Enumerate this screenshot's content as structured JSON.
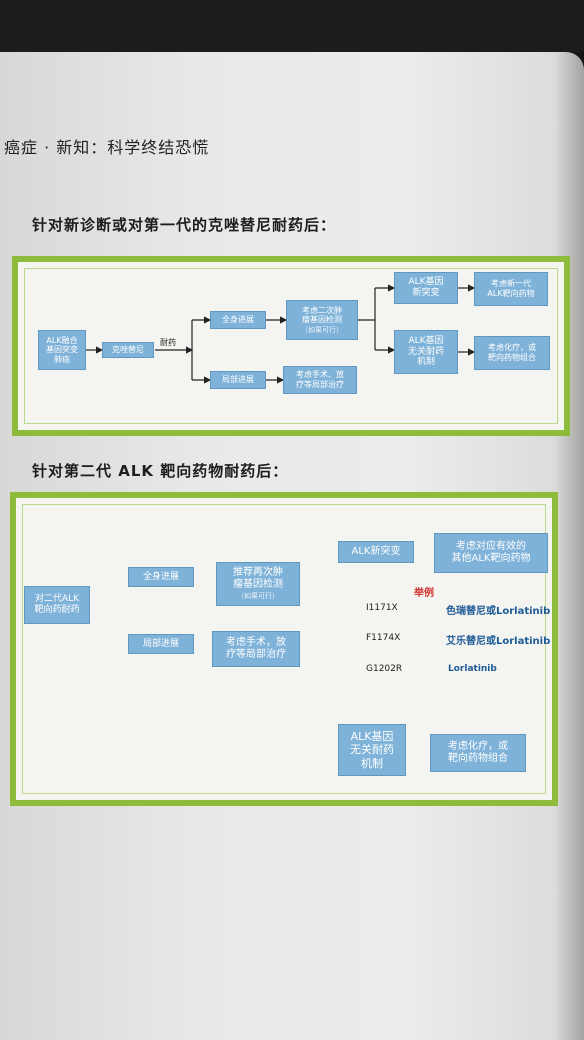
{
  "header": "癌症 · 新知：科学终结恐慌",
  "section1": {
    "title": "针对新诊断或对第一代的克唑替尼耐药后：",
    "boxes": {
      "start": "ALK融合\n基因突变\n肺癌",
      "drug": "克唑替尼",
      "systemic": "全身进展",
      "local": "局部进展",
      "rebiopsy": "考虑二次肿\n瘤基因检测",
      "rebiopsy_note": "（如果可行）",
      "local_tx": "考虑手术、放\n疗等局部治疗",
      "new_mut": "ALK基因\n新突变",
      "other_mech": "ALK基因\n无关耐药\n机制",
      "next_gen": "考虑新一代\nALK靶向药物",
      "chemo": "考虑化疗，或\n靶向药物组合"
    },
    "resist_label": "耐药"
  },
  "section2": {
    "title": "针对第二代 ALK 靶向药物耐药后：",
    "boxes": {
      "start": "对二代ALK\n靶向药耐药",
      "systemic": "全身进展",
      "local": "局部进展",
      "rebiopsy": "推荐再次肿\n瘤基因检测",
      "rebiopsy_note": "（如果可行）",
      "local_tx": "考虑手术，放\n疗等局部治疗",
      "new_mut": "ALK新突变",
      "effective": "考虑对应有效的\n其他ALK靶向药物",
      "other_mech": "ALK基因\n无关耐药\n机制",
      "chemo": "考虑化疗，或\n靶向药物组合"
    },
    "examples": {
      "heading": "举例",
      "rows": [
        {
          "mutation": "I1171X",
          "drug": "色瑞替尼或Lorlatinib"
        },
        {
          "mutation": "F1174X",
          "drug": "艾乐替尼或Lorlatinib"
        },
        {
          "mutation": "G1202R",
          "drug": "Lorlatinib"
        }
      ]
    }
  },
  "colors": {
    "frame": "#8dbb3c",
    "box": "#7fb2d8",
    "arrow_red": "#d0342c"
  }
}
